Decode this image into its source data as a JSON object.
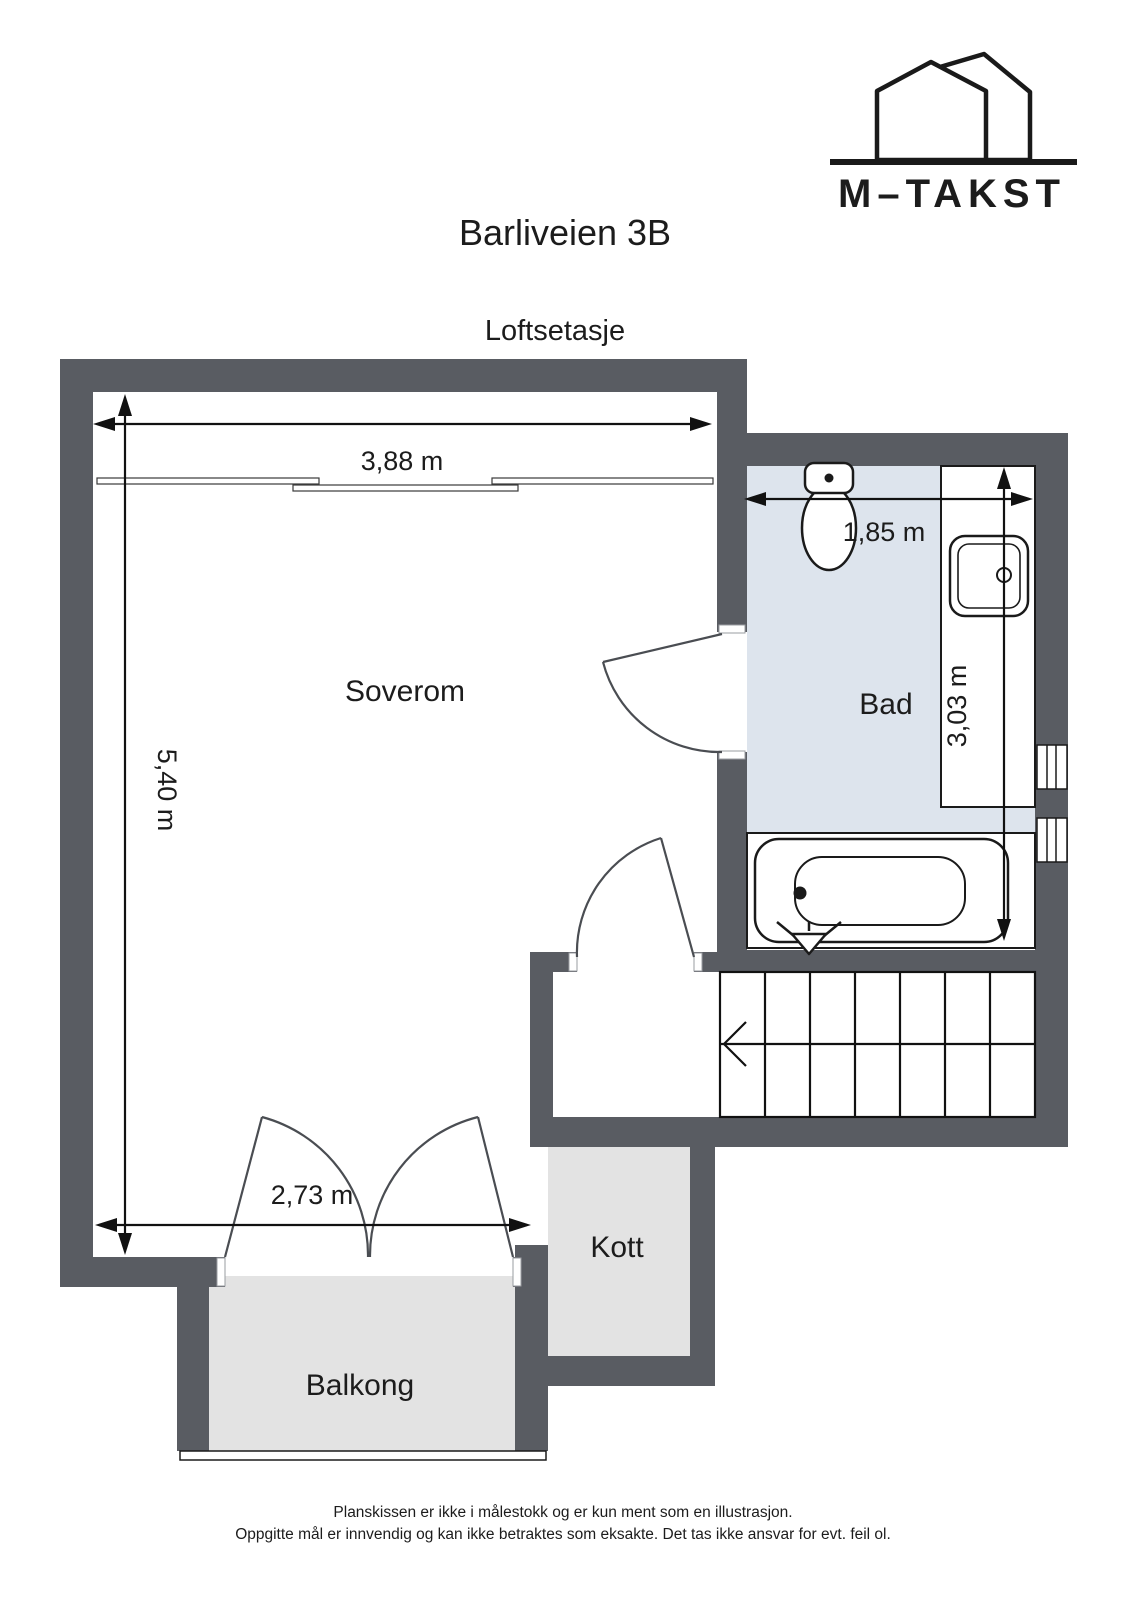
{
  "page": {
    "title": "Barliveien 3B",
    "subtitle": "Loftsetasje"
  },
  "logo": {
    "text": "M–TAKST",
    "icon": "two-houses-logo-icon"
  },
  "rooms": {
    "soverom": {
      "label": "Soverom"
    },
    "bad": {
      "label": "Bad"
    },
    "kott": {
      "label": "Kott"
    },
    "balkong": {
      "label": "Balkong"
    }
  },
  "dimensions": {
    "soverom_width": {
      "label": "3,88 m"
    },
    "soverom_height": {
      "label": "5,40 m"
    },
    "bad_width": {
      "label": "1,85 m"
    },
    "bad_height": {
      "label": "3,03 m"
    },
    "balcony_door_width": {
      "label": "2,73 m"
    }
  },
  "fixtures": {
    "toilet": "toilet-icon",
    "sink": "sink-icon",
    "bathtub": "bathtub-icon",
    "stairs": "stairs-icon",
    "windows": "window-icon"
  },
  "footer": {
    "line1": "Planskissen er ikke i målestokk og er kun ment som en illustrasjon.",
    "line2": "Oppgitte mål er innvendig og kan ikke betraktes som eksakte. Det tas ikke ansvar for evt. feil ol."
  },
  "colors": {
    "wall": "#595c62",
    "bathroom_fill": "#dde4ed",
    "room_fill": "#e3e3e3",
    "line": "#1a1a1a"
  }
}
